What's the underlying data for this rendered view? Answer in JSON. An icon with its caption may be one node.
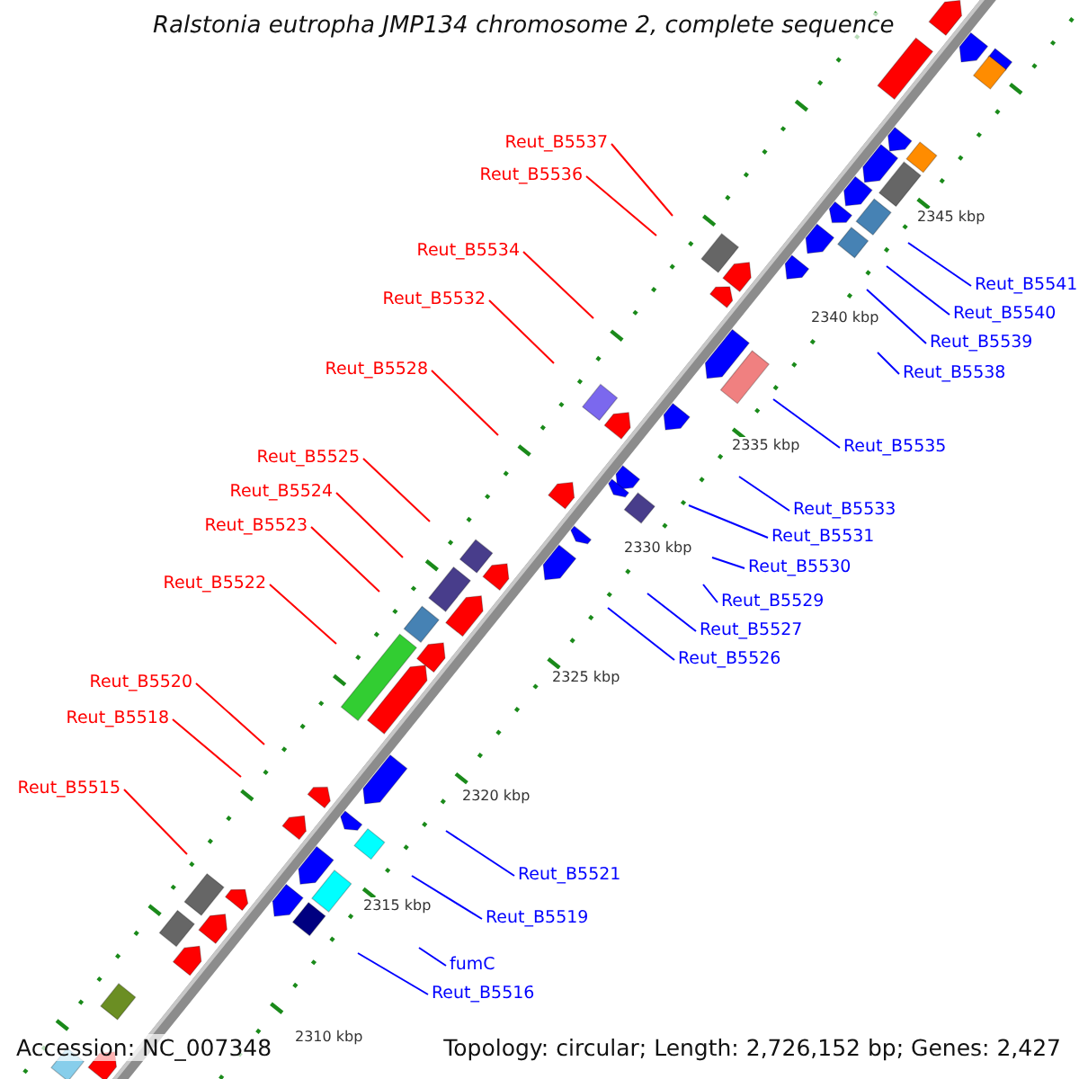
{
  "diagram": {
    "title": "Ralstonia eutropha JMP134 chromosome 2, complete sequence",
    "nodes": [
      {
        "text": [
          "Reut_B5537"
        ]
      },
      {
        "text": [
          "Reut_B5536"
        ]
      },
      {
        "text": [
          "Reut_B5534"
        ]
      },
      {
        "text": [
          "Reut_B5541"
        ]
      },
      {
        "text": [
          "Reut_B5532"
        ]
      },
      {
        "text": [
          "Reut_B5540"
        ]
      },
      {
        "text": [
          "Reut_B5539"
        ]
      },
      {
        "text": [
          "Reut_B5528"
        ]
      },
      {
        "text": [
          "Reut_B5538"
        ]
      },
      {
        "text": [
          "Reut_B5535"
        ]
      },
      {
        "text": [
          "Reut_B5525"
        ]
      },
      {
        "text": [
          "Reut_B5524"
        ]
      },
      {
        "text": [
          "Reut_B5533"
        ]
      },
      {
        "text": [
          "Reut_B5523"
        ]
      },
      {
        "text": [
          "Reut_B5531"
        ]
      },
      {
        "text": [
          "Reut_B5530"
        ]
      },
      {
        "text": [
          "Reut_B5522"
        ]
      },
      {
        "text": [
          "Reut_B5529"
        ]
      },
      {
        "text": [
          "Reut_B5527"
        ]
      },
      {
        "text": [
          "Reut_B5526"
        ]
      },
      {
        "text": [
          "Reut_B5520"
        ]
      },
      {
        "text": [
          "Reut_B5518"
        ]
      },
      {
        "text": [
          "Reut_B5515"
        ]
      },
      {
        "text": [
          "Reut_B5521"
        ]
      },
      {
        "text": [
          "Reut_B5519"
        ]
      },
      {
        "text": [
          "fumC"
        ]
      },
      {
        "text": [
          "Reut_B5516"
        ]
      }
    ],
    "edges": [
      {
        "from": 0,
        "to": null,
        "arrow": "none",
        "color": "#ff0000"
      },
      {
        "from": 1,
        "to": null,
        "arrow": "none",
        "color": "#ff0000"
      },
      {
        "from": 2,
        "to": null,
        "arrow": "none",
        "color": "#ff0000"
      },
      {
        "from": 3,
        "to": null,
        "arrow": "none",
        "color": "#0000ff"
      },
      {
        "from": 4,
        "to": null,
        "arrow": "none",
        "color": "#ff0000"
      },
      {
        "from": 5,
        "to": null,
        "arrow": "none",
        "color": "#0000ff"
      },
      {
        "from": 6,
        "to": null,
        "arrow": "none",
        "color": "#0000ff"
      },
      {
        "from": 7,
        "to": null,
        "arrow": "none",
        "color": "#ff0000"
      },
      {
        "from": 8,
        "to": null,
        "arrow": "none",
        "color": "#0000ff"
      },
      {
        "from": 9,
        "to": null,
        "arrow": "none",
        "color": "#0000ff"
      },
      {
        "from": 10,
        "to": null,
        "arrow": "none",
        "color": "#ff0000"
      },
      {
        "from": 11,
        "to": null,
        "arrow": "none",
        "color": "#ff0000"
      },
      {
        "from": 12,
        "to": null,
        "arrow": "none",
        "color": "#0000ff"
      },
      {
        "from": 13,
        "to": null,
        "arrow": "none",
        "color": "#ff0000"
      },
      {
        "from": 14,
        "to": null,
        "arrow": "none",
        "color": "#0000ff"
      },
      {
        "from": 15,
        "to": null,
        "arrow": "none",
        "color": "#0000ff"
      },
      {
        "from": 16,
        "to": null,
        "arrow": "none",
        "color": "#ff0000"
      },
      {
        "from": 17,
        "to": null,
        "arrow": "none",
        "color": "#0000ff"
      },
      {
        "from": 18,
        "to": null,
        "arrow": "none",
        "color": "#0000ff"
      },
      {
        "from": 19,
        "to": null,
        "arrow": "none",
        "color": "#0000ff"
      },
      {
        "from": 20,
        "to": null,
        "arrow": "none",
        "color": "#ff0000"
      },
      {
        "from": 21,
        "to": null,
        "arrow": "none",
        "color": "#ff0000"
      },
      {
        "from": 22,
        "to": null,
        "arrow": "none",
        "color": "#ff0000"
      },
      {
        "from": 23,
        "to": null,
        "arrow": "none",
        "color": "#0000ff"
      },
      {
        "from": 24,
        "to": null,
        "arrow": "none",
        "color": "#0000ff"
      },
      {
        "from": 25,
        "to": null,
        "arrow": "none",
        "color": "#0000ff"
      },
      {
        "from": 26,
        "to": null,
        "arrow": "none",
        "color": "#0000ff"
      }
    ],
    "labels": [
      "2345 kbp",
      "2340 kbp",
      "2335 kbp",
      "2330 kbp",
      "2325 kbp",
      "2320 kbp",
      "2315 kbp",
      "2310 kbp",
      "Accession: NC_007348",
      "Topology: circular; Length: 2,726,152 bp; Genes: 2,427"
    ]
  }
}
